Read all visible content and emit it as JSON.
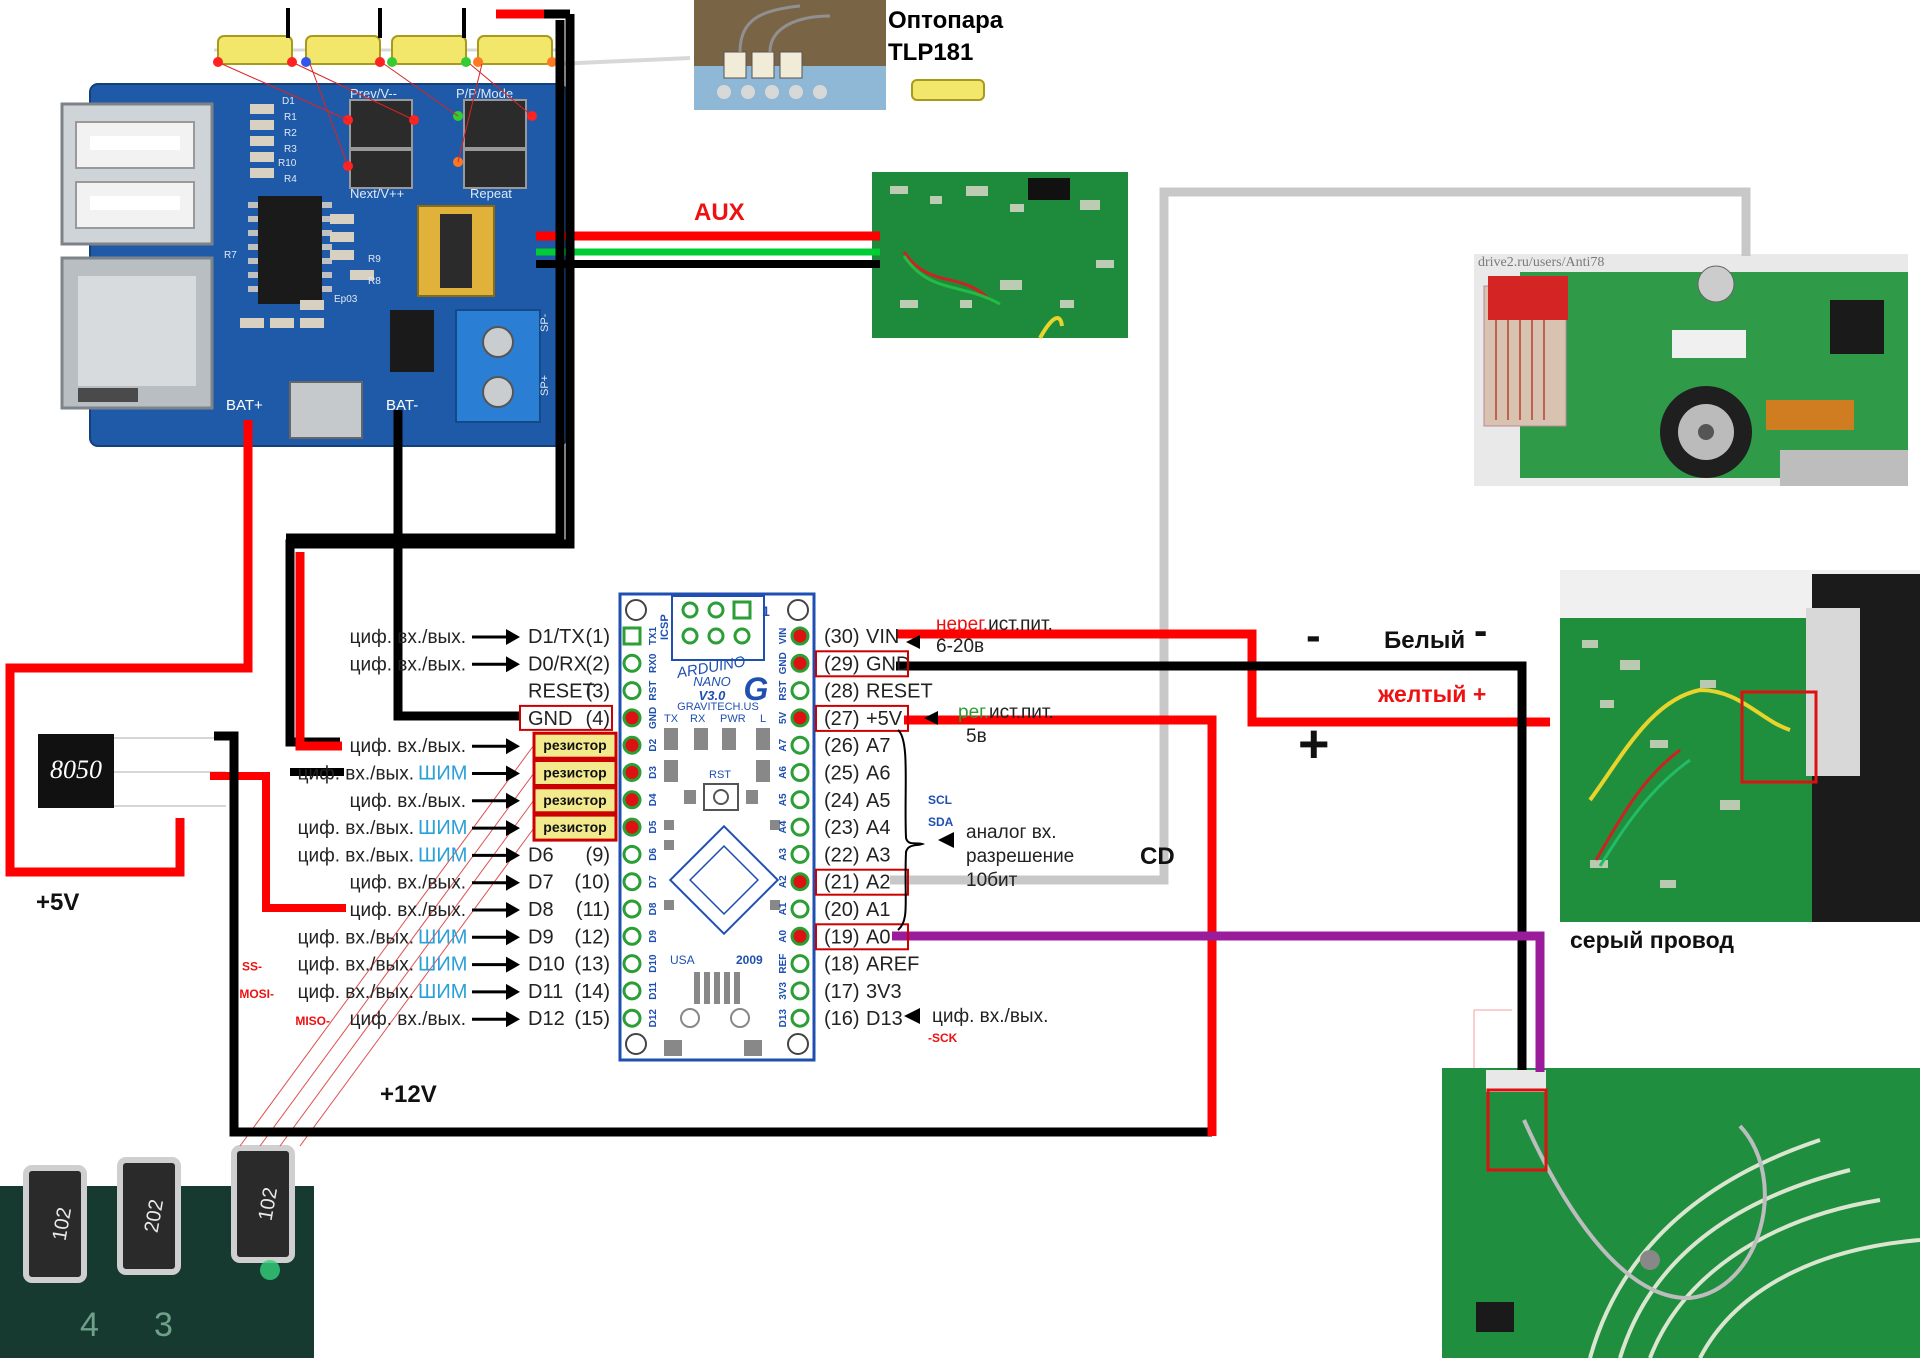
{
  "colors": {
    "wire_red": "#ff0000",
    "wire_black": "#000000",
    "wire_gray": "#c8c8c8",
    "wire_purple": "#9b1c9b",
    "wire_green": "#00cc33",
    "pcb_blue": "#1f5aa8",
    "pcb_green": "#1e9440",
    "resistor_fill": "#f3ea8e",
    "resistor_border": "#cc0000",
    "shim_blue": "#2aa0d8",
    "pin_red": "#dd1111",
    "pin_green": "#2b9e35",
    "label_red": "#ee1111",
    "nano_blue": "#1f4fb0"
  },
  "mp3_module": {
    "labels": [
      "Prev/V--",
      "P/P/Mode",
      "Next/V++",
      "Repeat",
      "D1",
      "R1",
      "R2",
      "R3",
      "R10",
      "R4",
      "R7",
      "R9",
      "R8",
      "Ep03",
      "SP-",
      "SP+"
    ],
    "bat_plus": "BAT+",
    "bat_minus": "BAT-"
  },
  "optocoupler": {
    "title_line1": "Оптопара",
    "title_line2": "TLP181"
  },
  "aux_label": "AUX",
  "drive_photo": {
    "watermark": "drive2.ru/users/Anti78"
  },
  "transistor": {
    "label": "8050"
  },
  "power_labels": {
    "plus5": "+5V",
    "plus12": "+12V",
    "cd": "CD"
  },
  "right_labels": {
    "minus": "-",
    "white": "Белый",
    "white_minus": "-",
    "yellow": "желтый +",
    "plus": "+",
    "gray_wire": "серый провод"
  },
  "nano": {
    "board_text": [
      "ARDUINO",
      "NANO",
      "V3.0",
      "GRAVITECH.US",
      "USA",
      "2009",
      "RST",
      "ICSP",
      "PWR",
      "TX",
      "RX",
      "L"
    ],
    "logo": "G",
    "icsp_num": "1",
    "left_pin_names": [
      "TX1",
      "RX0",
      "RST",
      "GND",
      "D2",
      "D3",
      "D4",
      "D5",
      "D6",
      "D7",
      "D8",
      "D9",
      "D10",
      "D11",
      "D12"
    ],
    "right_pin_names": [
      "VIN",
      "GND",
      "RST",
      "5V",
      "A7",
      "A6",
      "A5",
      "A4",
      "A3",
      "A2",
      "A1",
      "A0",
      "REF",
      "3V3",
      "D13"
    ]
  },
  "left_pins": [
    {
      "desc": "циф. вх./вых.",
      "shim": "",
      "name": "D1/TX",
      "num": "(1)",
      "prefix": ""
    },
    {
      "desc": "циф. вх./вых.",
      "shim": "",
      "name": "D0/RX",
      "num": "(2)",
      "prefix": ""
    },
    {
      "desc": "",
      "shim": "",
      "name": "RESET",
      "num": "(3)",
      "prefix": ""
    },
    {
      "desc": "",
      "shim": "",
      "name": "GND",
      "num": "(4)",
      "prefix": ""
    },
    {
      "desc": "циф. вх./вых.",
      "shim": "",
      "name": "",
      "num": "",
      "prefix": ""
    },
    {
      "desc": "циф. вх./вых.",
      "shim": "ШИМ",
      "name": "",
      "num": "",
      "prefix": ""
    },
    {
      "desc": "циф. вх./вых.",
      "shim": "",
      "name": "",
      "num": "",
      "prefix": ""
    },
    {
      "desc": "циф. вх./вых.",
      "shim": "ШИМ",
      "name": "",
      "num": "",
      "prefix": ""
    },
    {
      "desc": "циф. вх./вых.",
      "shim": "ШИМ",
      "name": "D6",
      "num": "(9)",
      "prefix": ""
    },
    {
      "desc": "циф. вх./вых.",
      "shim": "",
      "name": "D7",
      "num": "(10)",
      "prefix": ""
    },
    {
      "desc": "циф. вх./вых.",
      "shim": "",
      "name": "D8",
      "num": "(11)",
      "prefix": ""
    },
    {
      "desc": "циф. вх./вых.",
      "shim": "ШИМ",
      "name": "D9",
      "num": "(12)",
      "prefix": ""
    },
    {
      "desc": "циф. вх./вых.",
      "shim": "ШИМ",
      "name": "D10",
      "num": "(13)",
      "prefix": "SS-"
    },
    {
      "desc": "циф. вх./вых.",
      "shim": "ШИМ",
      "name": "D11",
      "num": "(14)",
      "prefix": "MOSI-"
    },
    {
      "desc": "циф. вх./вых.",
      "shim": "",
      "name": "D12",
      "num": "(15)",
      "prefix": "MISO-"
    }
  ],
  "resistor_label": "резистор",
  "right_pins": [
    {
      "num": "(30)",
      "name": "VIN",
      "boxed": false
    },
    {
      "num": "(29)",
      "name": "GND",
      "boxed": true
    },
    {
      "num": "(28)",
      "name": "RESET",
      "boxed": false
    },
    {
      "num": "(27)",
      "name": "+5V",
      "boxed": true
    },
    {
      "num": "(26)",
      "name": "A7",
      "boxed": false
    },
    {
      "num": "(25)",
      "name": "A6",
      "boxed": false
    },
    {
      "num": "(24)",
      "name": "A5",
      "boxed": false
    },
    {
      "num": "(23)",
      "name": "A4",
      "boxed": false
    },
    {
      "num": "(22)",
      "name": "A3",
      "boxed": false
    },
    {
      "num": "(21)",
      "name": "A2",
      "boxed": true
    },
    {
      "num": "(20)",
      "name": "A1",
      "boxed": false
    },
    {
      "num": "(19)",
      "name": "A0",
      "boxed": true
    },
    {
      "num": "(18)",
      "name": "AREF",
      "boxed": false
    },
    {
      "num": "(17)",
      "name": "3V3",
      "boxed": false
    },
    {
      "num": "(16)",
      "name": "D13",
      "boxed": false
    }
  ],
  "vin_note": {
    "red_part": "нерег.",
    "rest": "ист.пит.",
    "line2": "6-20в"
  },
  "v5_note": {
    "green_part": "рег.",
    "rest": "ист.пит.",
    "line2": "5в"
  },
  "scl": "SCL",
  "sda": "SDA",
  "analog_note": {
    "line1": "аналог вх.",
    "line2": "разрешение",
    "line3": "10бит"
  },
  "d13_note": "циф. вх./вых.",
  "sck": "-SCK",
  "smd_photo": {
    "codes": [
      "102",
      "202",
      "102"
    ],
    "silk": [
      "4",
      "3"
    ]
  }
}
